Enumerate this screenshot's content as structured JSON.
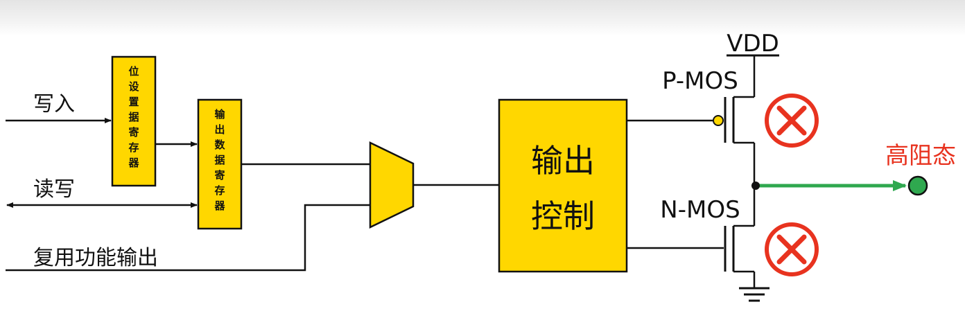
{
  "diagram": {
    "inputs": {
      "write": "写入",
      "read_write": "读写",
      "alt_function_output": "复用功能输出"
    },
    "bit_set_register": [
      "位",
      "设",
      "置",
      "据",
      "寄",
      "存",
      "器"
    ],
    "output_data_register": [
      "输",
      "出",
      "数",
      "据",
      "寄",
      "存",
      "器"
    ],
    "output_control": [
      "输出",
      "控制"
    ],
    "vdd": "VDD",
    "pmos": "P-MOS",
    "nmos": "N-MOS",
    "output_state": "高阻态",
    "colors": {
      "block_fill": "#FFD700",
      "wire": "#111111",
      "output_line": "#2fa84f",
      "output_state_text": "#e8331f",
      "off_marker": "#e8331f"
    },
    "icons": {
      "pmos_off": "x-circle-icon",
      "nmos_off": "x-circle-icon",
      "ground": "ground-icon"
    }
  }
}
